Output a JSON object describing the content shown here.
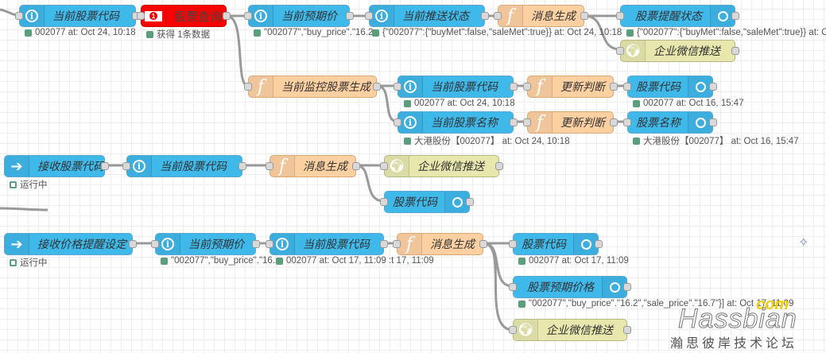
{
  "flows": {
    "row1": {
      "nodes": [
        {
          "id": "n1",
          "label": "当前股票代码",
          "type": "debug-info"
        },
        {
          "id": "n2",
          "label": "股票查询",
          "type": "http"
        },
        {
          "id": "n3",
          "label": "当前预期价",
          "type": "debug-info"
        },
        {
          "id": "n4",
          "label": "当前推送状态",
          "type": "debug-info"
        },
        {
          "id": "n5",
          "label": "消息生成",
          "type": "function"
        },
        {
          "id": "n6",
          "label": "股票提醒状态",
          "type": "debug-out"
        },
        {
          "id": "n7",
          "label": "企业微信推送",
          "type": "wechat"
        }
      ],
      "status": {
        "n1": "002077 at: Oct 24, 10:18",
        "n2": "获得 1条数据",
        "n3": "\"002077\",\"buy_price\".\"16.2\",'",
        "n4": "{\"002077\":{\"buyMet\":false,\"saleMet\":true}} at: Oct 24, 10:18",
        "n6": "{\"002077\":{\"buyMet\":false,\"saleMet\":true}} at: Oct"
      }
    },
    "row2": {
      "nodes": [
        {
          "id": "m1",
          "label": "当前监控股票生成",
          "type": "function"
        },
        {
          "id": "m2",
          "label": "当前股票代码",
          "type": "debug-info"
        },
        {
          "id": "m3",
          "label": "更新判断",
          "type": "function"
        },
        {
          "id": "m4",
          "label": "股票代码",
          "type": "debug-out"
        },
        {
          "id": "m5",
          "label": "当前股票名称",
          "type": "debug-info"
        },
        {
          "id": "m6",
          "label": "更新判断",
          "type": "function"
        },
        {
          "id": "m7",
          "label": "股票名称",
          "type": "debug-out"
        }
      ],
      "status": {
        "m2": "002077 at: Oct 24, 10:18",
        "m4": "002077 at: Oct 16, 15:47",
        "m5": "大港股份【002077】 at: Oct 24, 10:18",
        "m7": "大港股份【002077】 at: Oct 16, 15:47"
      }
    },
    "row3": {
      "nodes": [
        {
          "id": "r1",
          "label": "接收股票代码",
          "type": "inject"
        },
        {
          "id": "r2",
          "label": "当前股票代码",
          "type": "debug-info"
        },
        {
          "id": "r3",
          "label": "消息生成",
          "type": "function"
        },
        {
          "id": "r4",
          "label": "企业微信推送",
          "type": "wechat"
        },
        {
          "id": "r5",
          "label": "股票代码",
          "type": "debug-out"
        }
      ],
      "status": {
        "r1": "运行中"
      }
    },
    "row4": {
      "nodes": [
        {
          "id": "p1",
          "label": "接收价格提醒设定",
          "type": "inject"
        },
        {
          "id": "p2",
          "label": "当前预期价",
          "type": "debug-info"
        },
        {
          "id": "p3",
          "label": "当前股票代码",
          "type": "debug-info"
        },
        {
          "id": "p4",
          "label": "消息生成",
          "type": "function"
        },
        {
          "id": "p5",
          "label": "股票代码",
          "type": "debug-out"
        },
        {
          "id": "p6",
          "label": "股票预期价格",
          "type": "debug-out"
        },
        {
          "id": "p7",
          "label": "企业微信推送",
          "type": "wechat"
        }
      ],
      "status": {
        "p1": "运行中",
        "p2": "\"002077\",\"buy_price\".\"16.2",
        "p3": "002077 at: Oct 17, 11:09 :t 17, 11:09",
        "p5": "002077 at: Oct 17, 11:09",
        "p6": "\"002077\",\"buy_price\".\"16.2\",\"sale_price\".\"16.7\"}] at: Oct 17, 11:09"
      }
    }
  },
  "colors": {
    "debug": "#3fb8ea",
    "function": "#fdd0a2",
    "http": "#ff0000",
    "wechat": "#e7e7ae",
    "status_dot": "#5a9e7c",
    "wire": "#999999"
  },
  "watermark": {
    "com": "com",
    "brand": "Hassbian",
    "cn": "瀚思彼岸技术论坛"
  }
}
